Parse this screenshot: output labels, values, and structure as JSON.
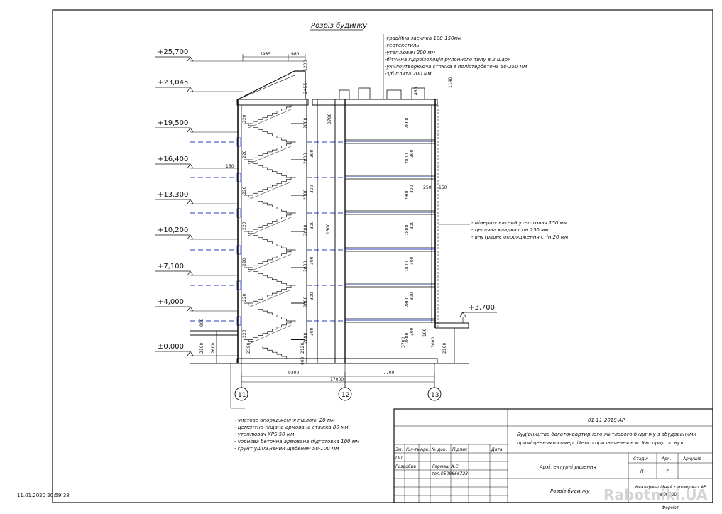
{
  "drawing": {
    "title": "Розріз будинку",
    "timestamp": "11.01.2020 20:59:38",
    "watermark": "Rabotniki.UA"
  },
  "level_marks": [
    "+25,700",
    "+23,045",
    "+19,500",
    "+16,400",
    "+13,300",
    "+10,200",
    "+7,100",
    "+4,000",
    "±0,000"
  ],
  "right_level_mark": "+3,700",
  "axes": [
    "11",
    "12",
    "13"
  ],
  "dimensions": {
    "top_3985": "3985",
    "top_960": "960",
    "v_1200": "1200",
    "v_2455": "2455",
    "v_480": "480",
    "v_1140": "1140",
    "v_3700": "3700",
    "story_2800": "2800",
    "story_300": "300",
    "stair_220": "220",
    "v_150": "150",
    "v_250": "250",
    "v_1800": "1800",
    "v_900": "900",
    "v_2100": "2100",
    "v_2600": "2600",
    "v_3000": "3000",
    "v_100": "100",
    "v_2390": "2390",
    "v_2120": "2120",
    "v_600": "600",
    "span_left": "9300",
    "span_right": "7700",
    "span_total": "17000"
  },
  "roof_layers": [
    "-гравійна засипка 100-150мм",
    "-геотекстиль",
    "-утеплювач 200 мм",
    "-бітумна гідроізоляція рулонного типу в 2 шари",
    "-ухилоутворююча стяжка з полістербетона 50-250 мм",
    "-з/б плита 200 мм"
  ],
  "wall_layers": [
    "- мінераловатний утеплювач 150 мм",
    "- цегляна кладка стін 250 мм",
    "- внутрішнє опорядження стін 20 мм"
  ],
  "floor_layers": [
    "- чистове опорядження підлоги 20 мм",
    "- цементно-піщана армована стяжка 80 мм",
    "- утеплювач XPS 50 мм",
    "- чорнова бетонна армована підготовка 100 мм",
    "- грунт ущільнений щебенем 50-100 мм"
  ],
  "title_block": {
    "code": "01-11-2019-АР",
    "project": "Будівництва багатоквартирного житлового будинку з вбудованими",
    "project_line2": "приміщеннями комерційного призначення в м. Ужгород по вул. ...",
    "cols": [
      "Зм.",
      "Кіл-ть",
      "Арк.",
      "№ док.",
      "Підпис",
      "Дата"
    ],
    "row_gip": "ГІП",
    "row_dev": "Розробив",
    "author": "Гармаш А.С.",
    "phone": "тел.0508666723",
    "section": "Архітектурні рішення",
    "sheet_name": "Розріз будинку",
    "stage_h": "Стадія",
    "sheet_h": "Арк.",
    "sheets_h": "Аркушів",
    "stage": "П",
    "sheet": "7",
    "sheets": "",
    "cert": "Кваліфікаційний сертифікат АР",
    "cert_no": "№000501",
    "format": "Формат"
  }
}
